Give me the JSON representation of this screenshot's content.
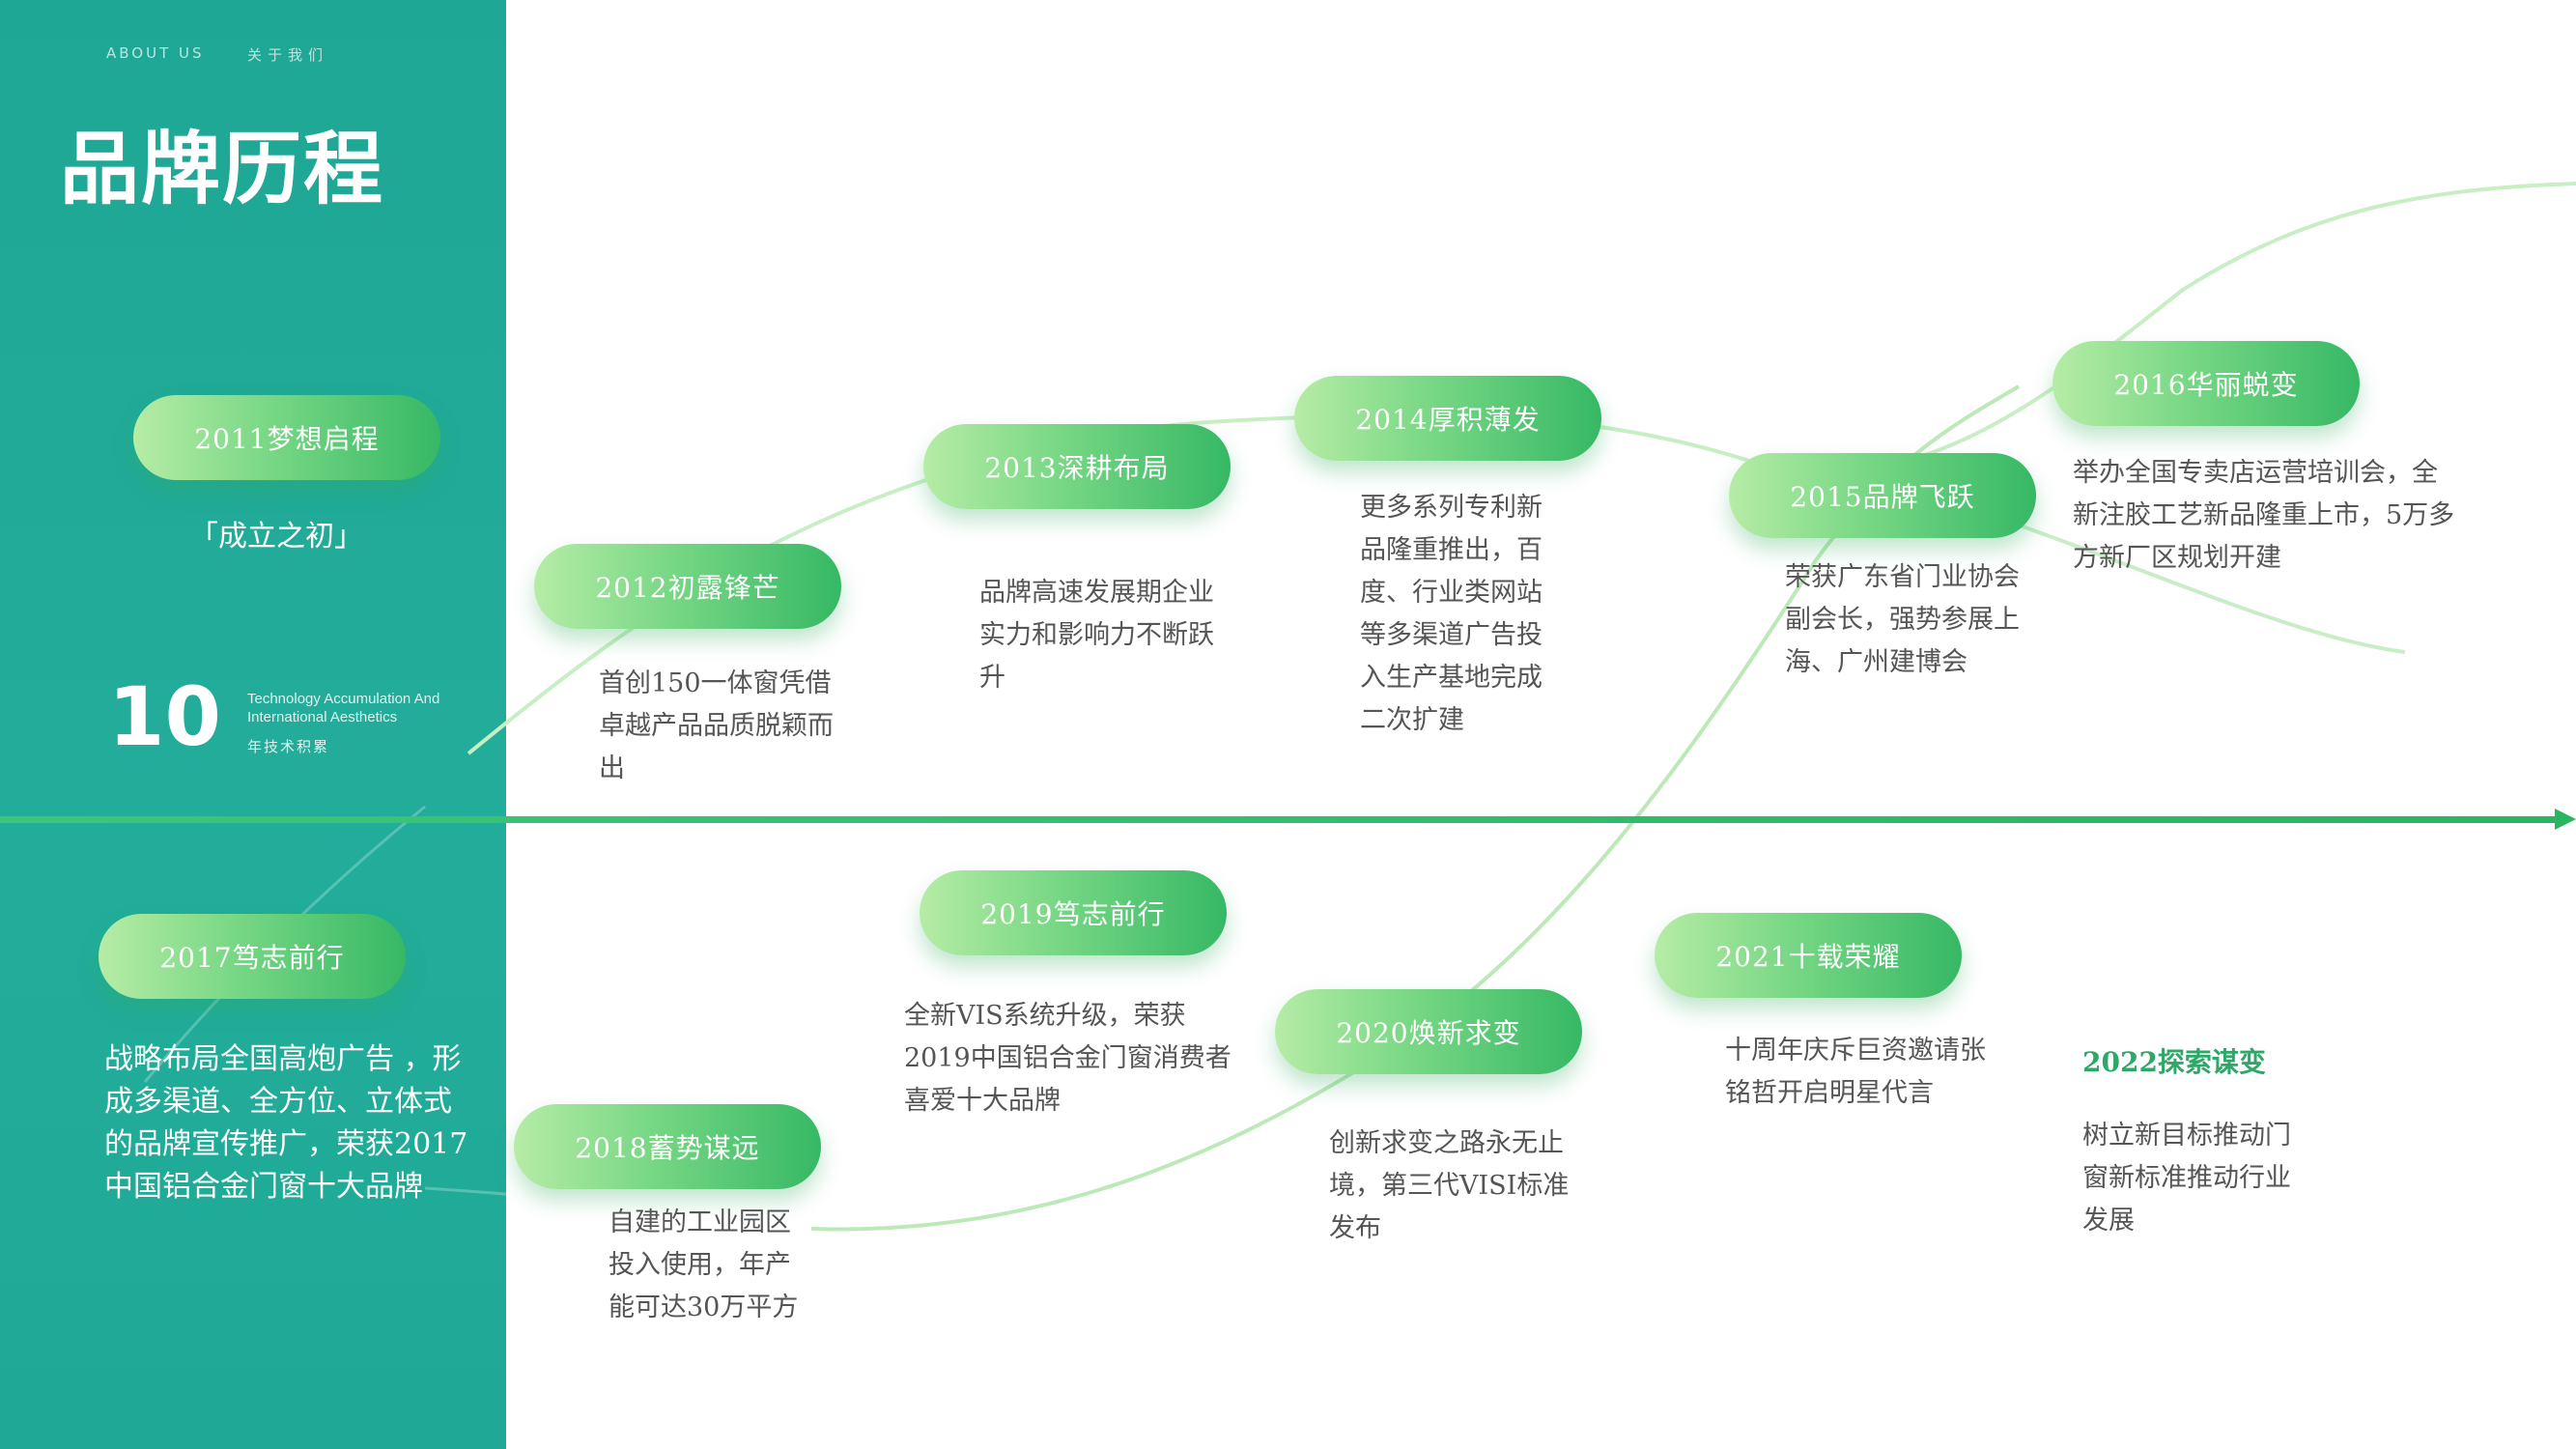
{
  "sidebar": {
    "about_en": "ABOUT US",
    "about_cn": "关于我们",
    "title": "品牌历程",
    "origin_label": "「成立之初」",
    "years_number": "10",
    "years_en": "Technology Accumulation And International Aesthetics",
    "years_cn": "年技术积累",
    "milestone_2011": "2011梦想启程",
    "milestone_2017": "2017笃志前行",
    "text_2017": "战略布局全国高炮广告 ，形成多渠道、全方位、立体式的品牌宣传推广，荣获2017中国铝合金门窗十大品牌"
  },
  "timeline": [
    {
      "label": "2012初露锋芒",
      "desc": "首创150一体窗凭借卓越产品品质脱颖而出"
    },
    {
      "label": "2013深耕布局",
      "desc": "品牌高速发展期企业实力和影响力不断跃升"
    },
    {
      "label": "2014厚积薄发",
      "desc": "更多系列专利新品隆重推出，百度、行业类网站等多渠道广告投入生产基地完成二次扩建"
    },
    {
      "label": "2015品牌飞跃",
      "desc": "荣获广东省门业协会副会长，强势参展上海、广州建博会"
    },
    {
      "label": "2016华丽蜕变",
      "desc": "举办全国专卖店运营培训会，全新注胶工艺新品隆重上市，5万多方新厂区规划开建"
    },
    {
      "label": "2018蓄势谋远",
      "desc": "自建的工业园区投入使用，年产能可达30万平方"
    },
    {
      "label": "2019笃志前行",
      "desc": "全新VIS系统升级，荣获2019中国铝合金门窗消费者喜爱十大品牌"
    },
    {
      "label": "2020焕新求变",
      "desc": "创新求变之路永无止境，第三代VISI标准发布"
    },
    {
      "label": "2021十载荣耀",
      "desc": "十周年庆斥巨资邀请张铭哲开启明星代言"
    },
    {
      "label": "2022探索谋变",
      "desc": "树立新目标推动门窗新标准推动行业发展"
    }
  ],
  "colors": {
    "sidebar": "#22ad9a",
    "axis": "#2ec06a",
    "pill_start": "#b6eca6",
    "pill_end": "#36b865",
    "desc_text": "#555555"
  }
}
